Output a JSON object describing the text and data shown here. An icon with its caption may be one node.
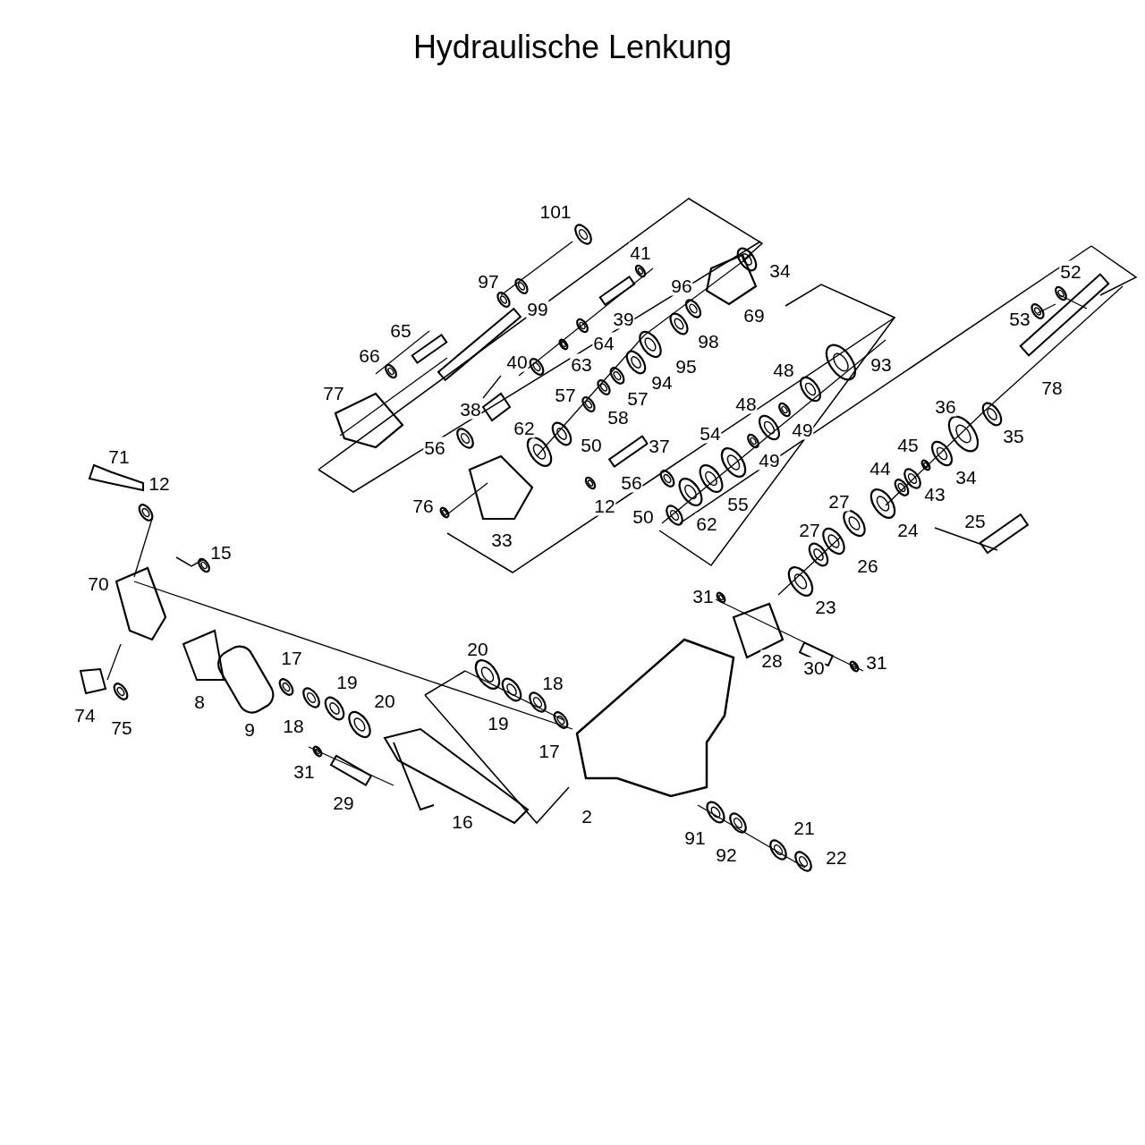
{
  "diagram": {
    "title": "Hydraulische Lenkung",
    "labels": [
      "101",
      "41",
      "34",
      "52",
      "97",
      "96",
      "99",
      "69",
      "53",
      "65",
      "39",
      "98",
      "66",
      "64",
      "40",
      "63",
      "95",
      "93",
      "48",
      "77",
      "94",
      "78",
      "57",
      "57",
      "38",
      "58",
      "36",
      "48",
      "62",
      "49",
      "35",
      "50",
      "56",
      "37",
      "54",
      "45",
      "71",
      "49",
      "44",
      "34",
      "12",
      "56",
      "43",
      "55",
      "76",
      "12",
      "27",
      "50",
      "25",
      "62",
      "24",
      "27",
      "33",
      "15",
      "26",
      "70",
      "31",
      "23",
      "20",
      "17",
      "28",
      "31",
      "30",
      "19",
      "18",
      "20",
      "8",
      "74",
      "9",
      "18",
      "75",
      "19",
      "17",
      "31",
      "29",
      "2",
      "16",
      "21",
      "91",
      "92",
      "22"
    ]
  }
}
